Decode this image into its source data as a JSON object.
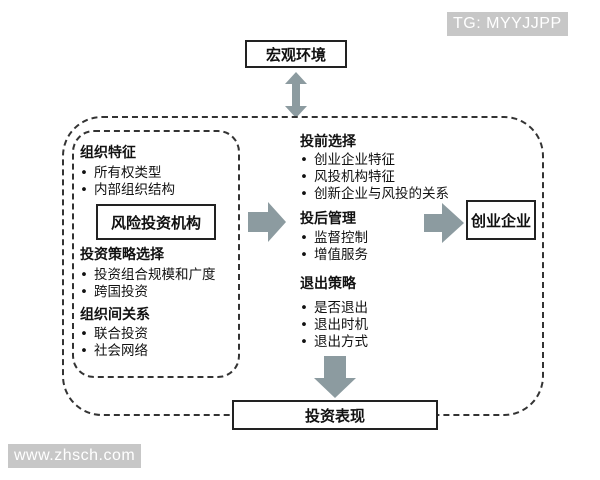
{
  "watermark_top": "TG: MYYJJPP",
  "watermark_bottom": "www.zhsch.com",
  "macro_env": "宏观环境",
  "vc_institution": "风险投资机构",
  "startup": "创业企业",
  "investment_performance": "投资表现",
  "left_sections": {
    "org_features": {
      "title": "组织特征",
      "items": [
        "所有权类型",
        "内部组织结构"
      ]
    },
    "inv_strategy": {
      "title": "投资策略选择",
      "items": [
        "投资组合规模和广度",
        "跨国投资"
      ]
    },
    "inter_org": {
      "title": "组织间关系",
      "items": [
        "联合投资",
        "社会网络"
      ]
    }
  },
  "middle_sections": {
    "pre_selection": {
      "title": "投前选择",
      "items": [
        "创业企业特征",
        "风投机构特征",
        "创新企业与风投的关系"
      ]
    },
    "post_management": {
      "title": "投后管理",
      "items": [
        "监督控制",
        "增值服务"
      ]
    },
    "exit_strategy": {
      "title": "退出策略",
      "items": [
        "是否退出",
        "退出时机",
        "退出方式"
      ]
    }
  },
  "bullet": "•",
  "colors": {
    "arrow": "#8c9ba0",
    "border": "#222222",
    "watermark_bg": "#c7c7c7"
  }
}
